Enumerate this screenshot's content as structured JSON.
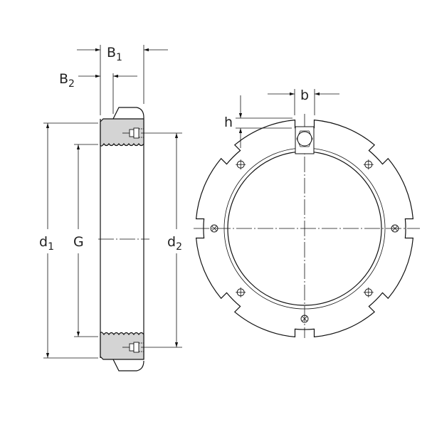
{
  "labels": {
    "B1": {
      "base": "B",
      "sub": "1"
    },
    "B2": {
      "base": "B",
      "sub": "2"
    },
    "d1": {
      "base": "d",
      "sub": "1"
    },
    "G": {
      "base": "G"
    },
    "d2": {
      "base": "d",
      "sub": "2"
    },
    "b": {
      "base": "b"
    },
    "h": {
      "base": "h"
    }
  },
  "colors": {
    "line": "#111111",
    "section_fill": "#d4d4d4"
  }
}
